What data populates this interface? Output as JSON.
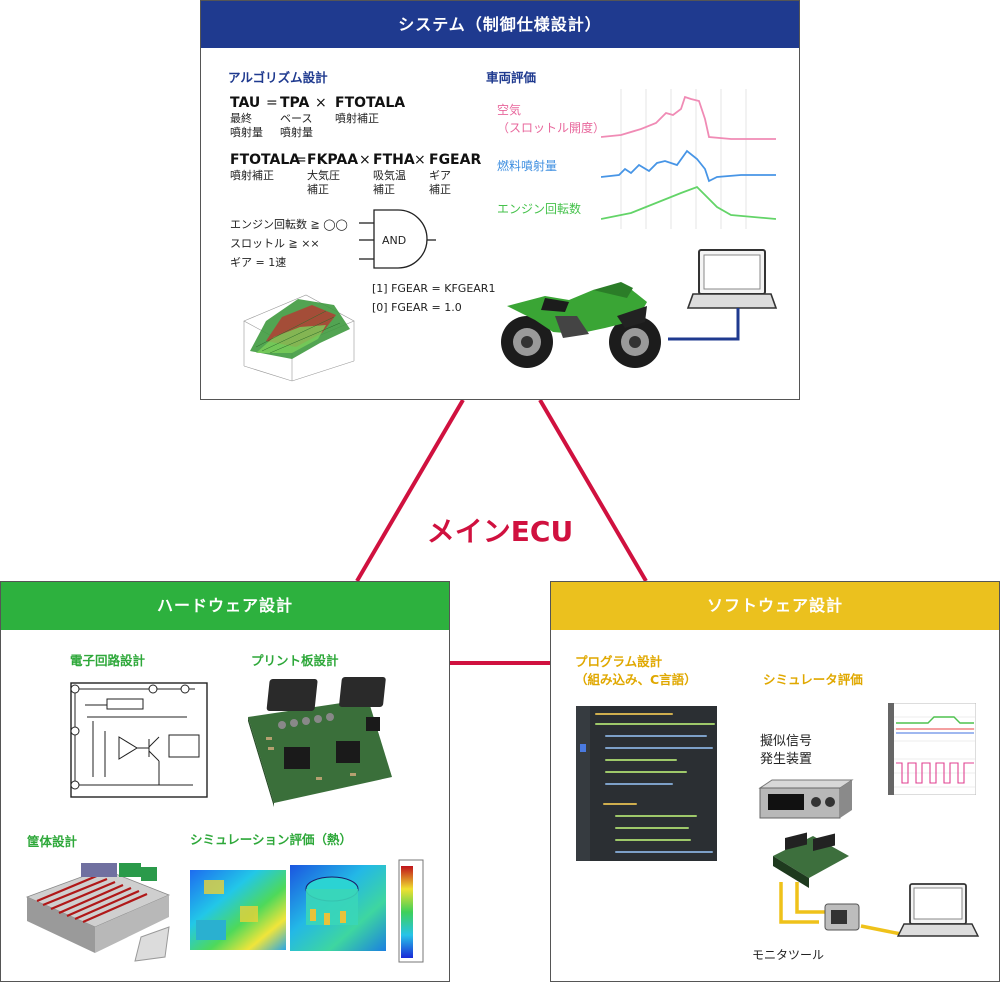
{
  "center_label": "メインECU",
  "colors": {
    "system": "#1f3a8f",
    "hardware": "#2db13e",
    "software": "#ebc11e",
    "connector": "#d0113f"
  },
  "system": {
    "title": "システム（制御仕様設計）",
    "algorithm": {
      "heading": "アルゴリズム設計",
      "eq1": {
        "a": "TAU",
        "op1": "=",
        "b": "TPA",
        "op2": "×",
        "c": "FTOTALA",
        "a_sub1": "最終",
        "a_sub2": "噴射量",
        "b_sub1": "ベース",
        "b_sub2": "噴射量",
        "c_sub": "噴射補正"
      },
      "eq2": {
        "a": "FTOTALA",
        "op1": "=",
        "b": "FKPAA",
        "op2": "×",
        "c": "FTHA",
        "op3": "×",
        "d": "FGEAR",
        "a_sub": "噴射補正",
        "b_sub1": "大気圧",
        "b_sub2": "補正",
        "c_sub1": "吸気温",
        "c_sub2": "補正",
        "d_sub1": "ギア",
        "d_sub2": "補正"
      },
      "conditions": [
        "エンジン回転数 ≧ ◯◯",
        "スロットル ≧ ××",
        "ギア = 1速"
      ],
      "gate": "AND",
      "results": [
        "[1] FGEAR = KFGEAR1",
        "[0] FGEAR = 1.0"
      ]
    },
    "vehicle": {
      "heading": "車両評価",
      "signals": [
        "空気",
        "（スロットル開度）",
        "燃料噴射量",
        "エンジン回転数"
      ]
    }
  },
  "hardware": {
    "title": "ハードウェア設計",
    "circuit": "電子回路設計",
    "pcb": "プリント板設計",
    "housing": "筐体設計",
    "thermal": "シミュレーション評価（熱）"
  },
  "software": {
    "title": "ソフトウェア設計",
    "program_line1": "プログラム設計",
    "program_line2": "（組み込み、C言語）",
    "simulator": "シミュレータ評価",
    "signal_gen_line1": "擬似信号",
    "signal_gen_line2": "発生装置",
    "monitor": "モニタツール"
  }
}
